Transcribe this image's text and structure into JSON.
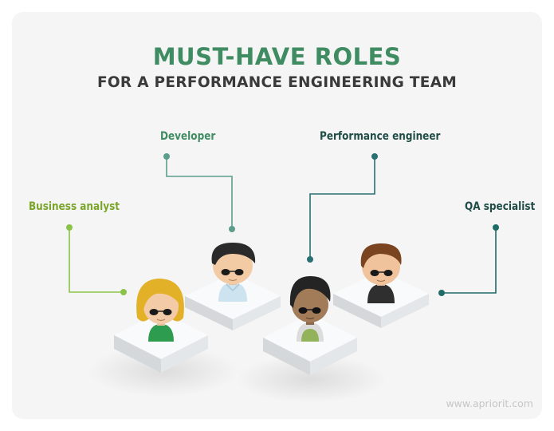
{
  "title": "MUST-HAVE ROLES",
  "subtitle": "FOR A PERFORMANCE ENGINEERING TEAM",
  "roles": {
    "business_analyst": "Business analyst",
    "developer": "Developer",
    "performance_engineer": "Performance engineer",
    "qa_specialist": "QA specialist"
  },
  "watermark": "www.apriorit.com",
  "colors": {
    "title_green": "#3f8c62",
    "analyst_green": "#7aa52a",
    "dev_teal": "#4f9a85",
    "dark_teal": "#1f6b68"
  }
}
